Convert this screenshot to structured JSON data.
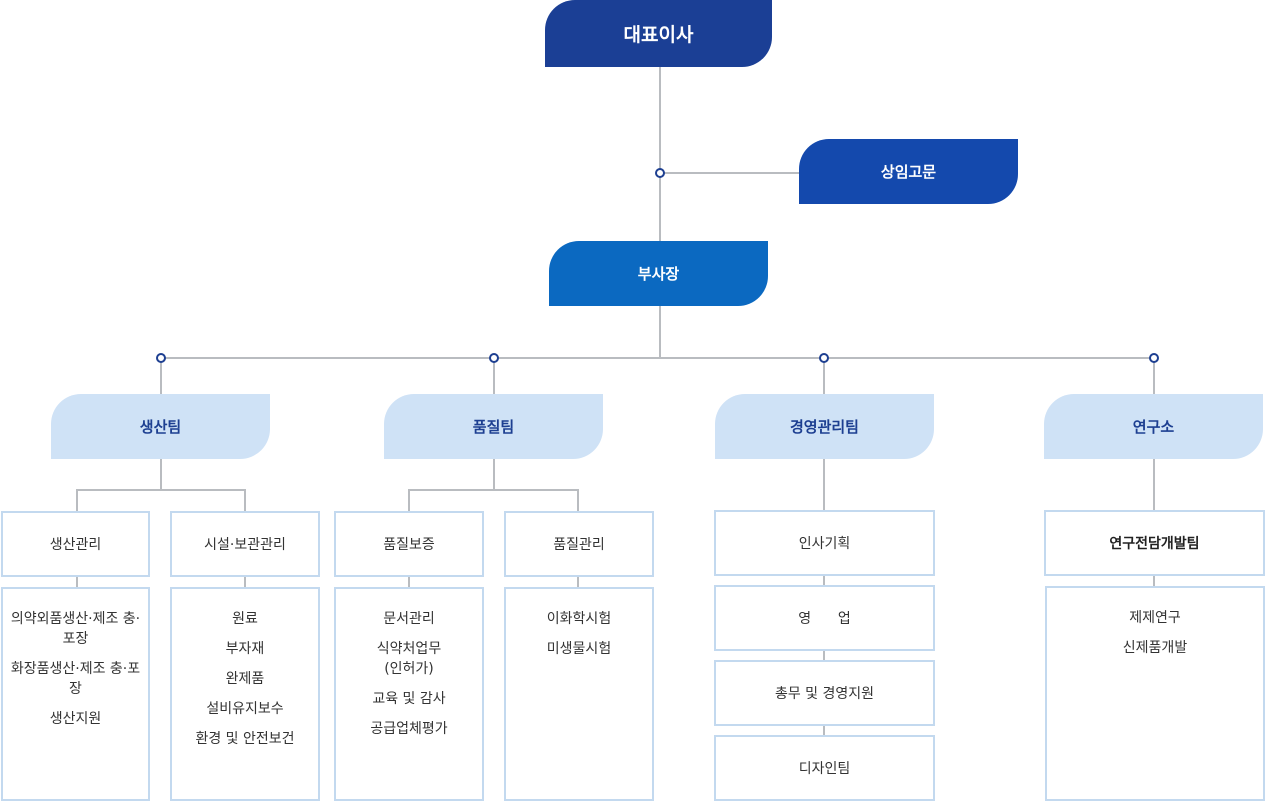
{
  "ceo": "대표이사",
  "advisor": "상임고문",
  "vice_president": "부사장",
  "teams": {
    "production": {
      "label": "생산팀",
      "sub1": {
        "label": "생산관리",
        "items": [
          "의약외품생산·제조 충·포장",
          "화장품생산·제조 충·포장",
          "생산지원"
        ]
      },
      "sub2": {
        "label": "시설·보관관리",
        "items": [
          "원료",
          "부자재",
          "완제품",
          "설비유지보수",
          "환경 및 안전보건"
        ]
      }
    },
    "quality": {
      "label": "품질팀",
      "sub1": {
        "label": "품질보증",
        "items": [
          "문서관리",
          "식약처업무 (인허가)",
          "교육 및 감사",
          "공급업체평가"
        ]
      },
      "sub2": {
        "label": "품질관리",
        "items": [
          "이화학시험",
          "미생물시험"
        ]
      }
    },
    "management": {
      "label": "경영관리팀",
      "units": [
        "인사기획",
        "영      업",
        "총무 및 경영지원",
        "디자인팀"
      ]
    },
    "research": {
      "label": "연구소",
      "sub1": {
        "label": "연구전담개발팀",
        "items": [
          "제제연구",
          "신제품개발"
        ]
      }
    }
  }
}
